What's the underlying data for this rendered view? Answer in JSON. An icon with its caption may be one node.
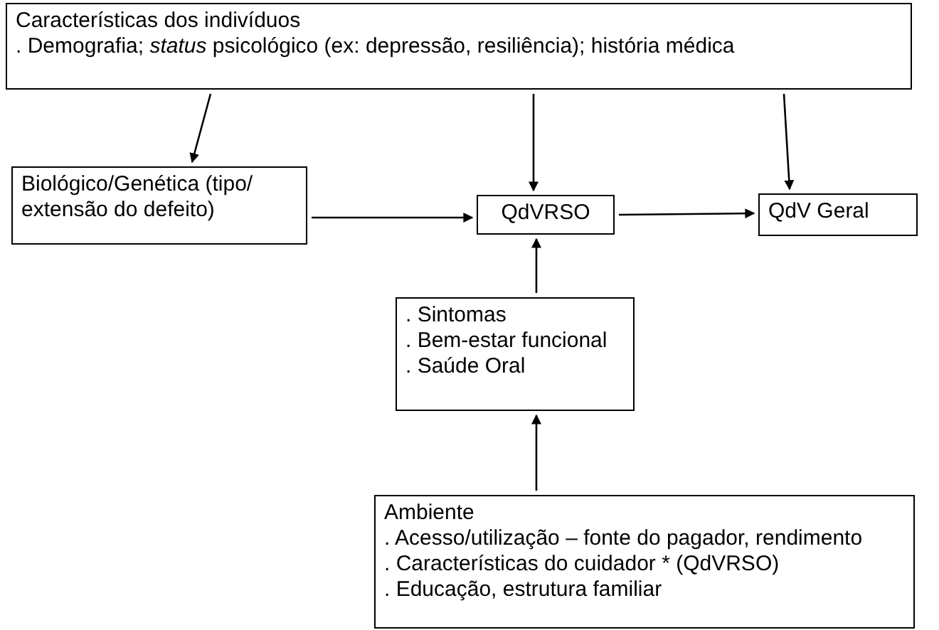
{
  "diagram": {
    "nodes": [
      {
        "text": [
          "Características dos indivíduos",
          ". Demografia; *status* psicológico (ex: depressão, resiliência); história médica"
        ]
      },
      {
        "text": [
          "Biológico/Genética (tipo/ extensão do defeito)"
        ]
      },
      {
        "text": [
          "QdVRSO"
        ]
      },
      {
        "text": [
          "QdV Geral"
        ]
      },
      {
        "text": [
          ". Sintomas",
          ". Bem-estar funcional",
          ". Saúde Oral"
        ]
      },
      {
        "text": [
          "Ambiente",
          ". Acesso/utilização – fonte do pagador, rendimento",
          ". Características do cuidador * (QdVRSO)",
          ". Educação, estrutura familiar"
        ]
      }
    ],
    "edges": [
      {
        "from": 0,
        "to": 1,
        "arrow": "to"
      },
      {
        "from": 0,
        "to": 2,
        "arrow": "to"
      },
      {
        "from": 0,
        "to": 3,
        "arrow": "to"
      },
      {
        "from": 1,
        "to": 2,
        "arrow": "to"
      },
      {
        "from": 2,
        "to": 3,
        "arrow": "to"
      },
      {
        "from": 4,
        "to": 2,
        "arrow": "to"
      },
      {
        "from": 5,
        "to": 4,
        "arrow": "to"
      }
    ]
  }
}
